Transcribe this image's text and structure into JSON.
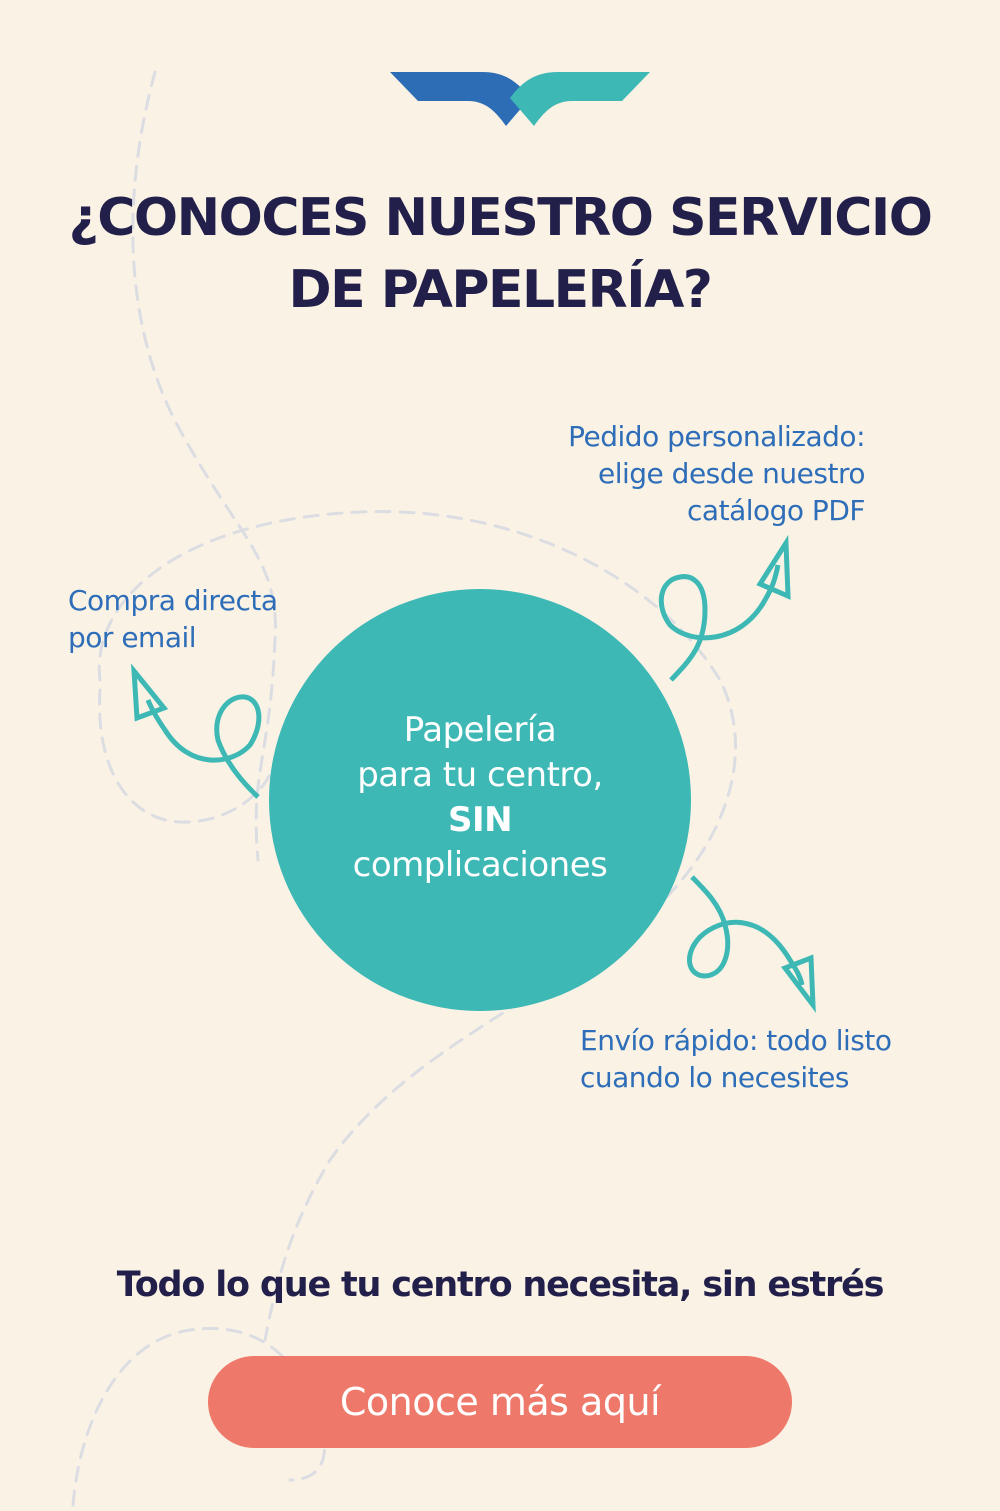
{
  "colors": {
    "background": "#FAF3E5",
    "title": "#22204A",
    "feature_text": "#2E6DB8",
    "circle": "#3DB8B5",
    "arrow": "#3DB8B5",
    "cta": "#EE796B",
    "logo_left": "#2D6DB5",
    "logo_right": "#3DB8B5",
    "dashed_lines": "#DCDDE3"
  },
  "logo": {
    "icon": "wings-logo-icon"
  },
  "title": {
    "line1": "¿CONOCES NUESTRO SERVICIO",
    "line2": "DE PAPELERÍA?"
  },
  "features": {
    "custom_order": {
      "line1": "Pedido personalizado:",
      "line2": "elige desde nuestro",
      "line3": "catálogo PDF",
      "icon": "curly-arrow-up-right-icon"
    },
    "direct_purchase": {
      "line1": "Compra directa",
      "line2": "por email",
      "icon": "curly-arrow-up-left-icon"
    },
    "fast_shipping": {
      "line1": "Envío rápido: todo listo",
      "line2": "cuando lo necesites",
      "icon": "curly-arrow-down-right-icon"
    }
  },
  "hero": {
    "line1": "Papelería",
    "line2": "para tu centro,",
    "line3": "SIN",
    "line4": "complicaciones"
  },
  "tagline": "Todo lo que tu centro necesita, sin estrés",
  "cta": {
    "label": "Conoce más aquí"
  }
}
